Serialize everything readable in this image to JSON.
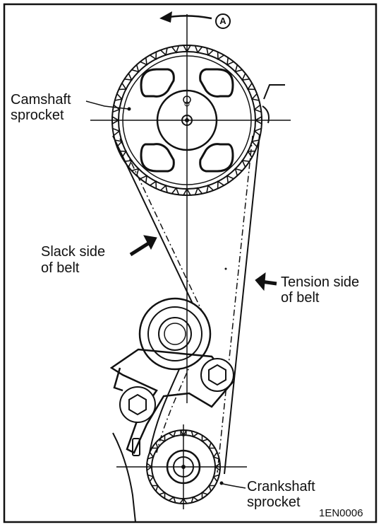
{
  "labels": {
    "camshaft_line1": "Camshaft",
    "camshaft_line2": "sprocket",
    "slack_line1": "Slack side",
    "slack_line2": "of belt",
    "tension_line1": "Tension side",
    "tension_line2": "of belt",
    "crankshaft_line1": "Crankshaft",
    "crankshaft_line2": "sprocket",
    "rotation_marker": "A",
    "figure_code": "1EN0006"
  },
  "colors": {
    "ink": "#111111",
    "background": "#ffffff"
  }
}
